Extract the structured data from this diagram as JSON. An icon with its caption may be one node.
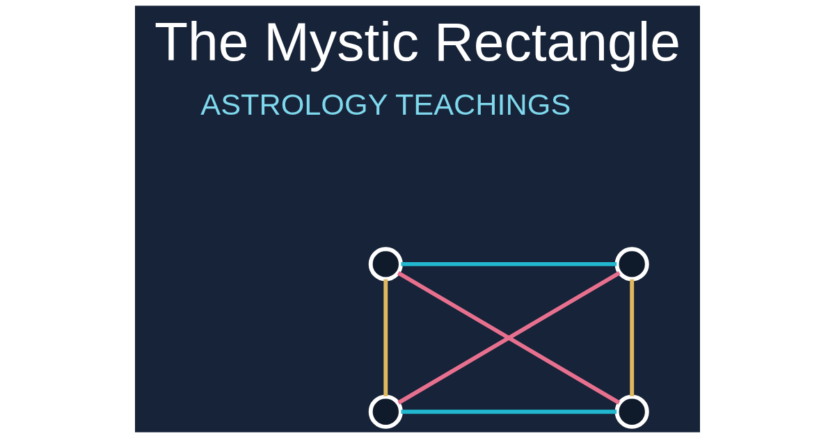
{
  "diagram": {
    "title": "The Mystic Rectangle",
    "nodes": [
      {
        "text": [],
        "shape": "circle"
      },
      {
        "text": [],
        "shape": "circle"
      },
      {
        "text": [],
        "shape": "circle"
      },
      {
        "text": [],
        "shape": "circle"
      }
    ],
    "edges": [
      {
        "from": 0,
        "to": 1,
        "arrow": "none",
        "color": "#22b8cf"
      },
      {
        "from": 2,
        "to": 3,
        "arrow": "none",
        "color": "#22b8cf"
      },
      {
        "from": 0,
        "to": 3,
        "arrow": "none",
        "color": "#e8708f"
      },
      {
        "from": 1,
        "to": 2,
        "arrow": "none",
        "color": "#e8708f"
      },
      {
        "from": 0,
        "to": 2,
        "arrow": "none",
        "color": "#e0b860"
      },
      {
        "from": 1,
        "to": 3,
        "arrow": "none",
        "color": "#e0b860"
      }
    ],
    "labels": [
      "ASTROLOGY TEACHINGS"
    ]
  }
}
